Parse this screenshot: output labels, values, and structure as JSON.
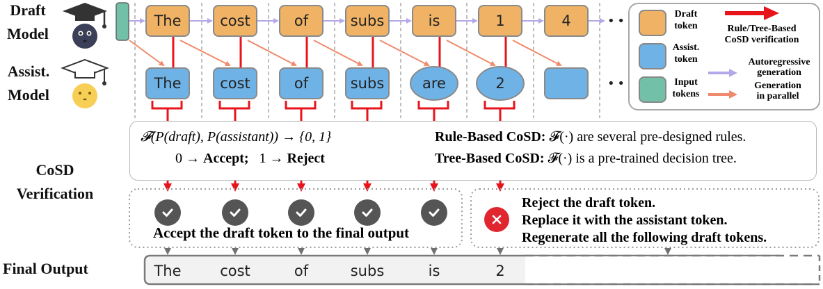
{
  "labels": {
    "draft_model": [
      "Draft",
      "Model"
    ],
    "assist_model": [
      "Assist.",
      "Model"
    ],
    "cosd_verification": [
      "CoSD",
      "Verification"
    ],
    "final_output": "Final Output"
  },
  "draft_tokens": [
    "The",
    "cost",
    "of",
    "subs",
    "is",
    "1",
    "4"
  ],
  "assist_tokens": [
    "The",
    "cost",
    "of",
    "subs",
    "are",
    "2",
    ""
  ],
  "final_tokens": [
    "The",
    "cost",
    "of",
    "subs",
    "is",
    "2"
  ],
  "ellipsis": "• • •",
  "formula": {
    "line1": "𝓕(P(draft), P(assistant)) → {0, 1}",
    "line2_a": "0 → ",
    "line2_accept": "Accept;",
    "line2_b": "1 → ",
    "line2_reject": "Reject"
  },
  "rules": {
    "rule_label": "Rule-Based CoSD:",
    "rule_text": " 𝓕(·) are several pre-designed rules.",
    "tree_label": "Tree-Based CoSD:",
    "tree_text": " 𝓕(·) is a pre-trained decision tree."
  },
  "accept_text": "Accept the draft token to the final output",
  "reject_lines": [
    "Reject the draft token.",
    "Replace it with the assistant token.",
    "Regenerate all the following draft tokens."
  ],
  "legend": {
    "draft_token": [
      "Draft",
      "token"
    ],
    "assist_token": [
      "Assist.",
      "token"
    ],
    "input_tokens": [
      "Input",
      "tokens"
    ],
    "verification": [
      "Rule/Tree-Based",
      "CoSD verification"
    ],
    "autoregressive": [
      "Autoregressive",
      "generation"
    ],
    "parallel": [
      "Generation",
      "in parallel"
    ]
  },
  "colors": {
    "draft": "#f0b366",
    "assist": "#6fb2e6",
    "input": "#72c0a7",
    "red": "#e8141c",
    "purple": "#b4a8e8",
    "salmon": "#ef8a6c"
  },
  "icons": {
    "draft_model": "graduation-cap-dark-face-icon",
    "assist_model": "graduation-cap-outline-yellow-face-icon",
    "accept": "check-circle-icon",
    "reject": "x-circle-icon"
  }
}
